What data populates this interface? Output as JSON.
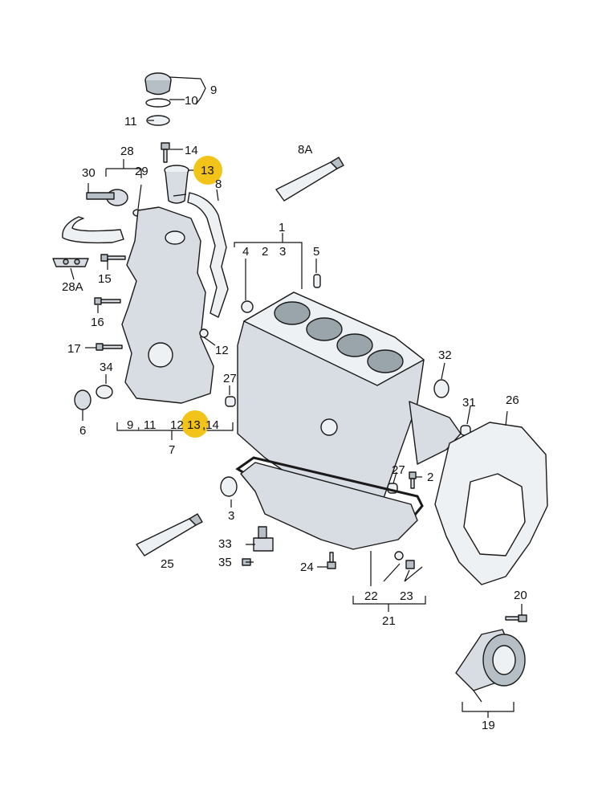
{
  "highlight_color": "#f2c318",
  "callouts": {
    "c1": "1",
    "c2": "2",
    "c3": "3",
    "c4": "4",
    "c5": "5",
    "c6": "6",
    "c7": "7",
    "c8": "8",
    "c8a": "8A",
    "c9": "9",
    "c10": "10",
    "c11": "11",
    "c12": "12",
    "c13": "13",
    "c14": "14",
    "c15": "15",
    "c16": "16",
    "c17": "17",
    "c19": "19",
    "c20": "20",
    "c21": "21",
    "c22": "22",
    "c23": "23",
    "c24": "24",
    "c25": "25",
    "c26": "26",
    "c27a": "27",
    "c27b": "27",
    "c28": "28",
    "c28a": "28A",
    "c29": "29",
    "c30": "30",
    "c31": "31",
    "c32": "32",
    "c33": "33",
    "c34": "34",
    "c35": "35",
    "g7_a": "9 , 11",
    "g7_b": "12",
    "g7_c": "13",
    "g7_d": ",14",
    "g1_2": "2",
    "g1_3": "3",
    "g21_22": "22",
    "g21_23": "23"
  }
}
